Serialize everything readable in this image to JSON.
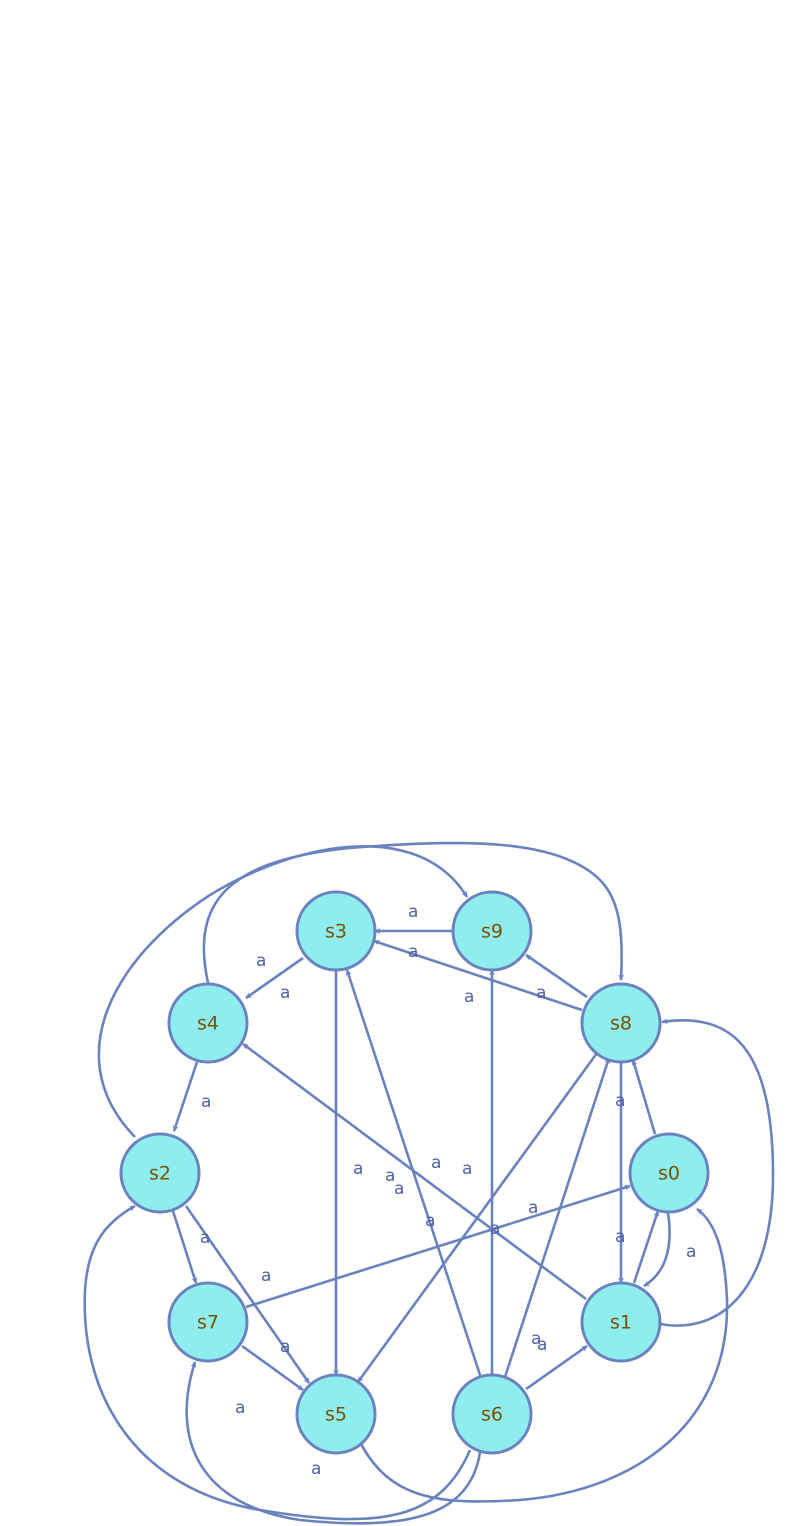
{
  "colors": {
    "node_fill": "#8fedf0",
    "node_stroke": "#6a83bf",
    "edge": "#6a83bf",
    "node_text": "#7a5200",
    "edge_text": "#4e63a3"
  },
  "nodes": [
    {
      "id": "s0",
      "label": "s0"
    },
    {
      "id": "s1",
      "label": "s1"
    },
    {
      "id": "s2",
      "label": "s2"
    },
    {
      "id": "s3",
      "label": "s3"
    },
    {
      "id": "s4",
      "label": "s4"
    },
    {
      "id": "s5",
      "label": "s5"
    },
    {
      "id": "s6",
      "label": "s6"
    },
    {
      "id": "s7",
      "label": "s7"
    },
    {
      "id": "s8",
      "label": "s8"
    },
    {
      "id": "s9",
      "label": "s9"
    }
  ],
  "edges": [
    {
      "from": "s9",
      "to": "s3",
      "label": "a"
    },
    {
      "from": "s8",
      "to": "s3",
      "label": "a"
    },
    {
      "from": "s8",
      "to": "s9",
      "label": "a"
    },
    {
      "from": "s3",
      "to": "s4",
      "label": "a"
    },
    {
      "from": "s4",
      "to": "s2",
      "label": "a"
    },
    {
      "from": "s3",
      "to": "s5",
      "label": "a"
    },
    {
      "from": "s6",
      "to": "s9",
      "label": "a"
    },
    {
      "from": "s6",
      "to": "s3",
      "label": "a"
    },
    {
      "from": "s8",
      "to": "s5",
      "label": "a"
    },
    {
      "from": "s6",
      "to": "s8",
      "label": "a"
    },
    {
      "from": "s8",
      "to": "s1",
      "label": "a"
    },
    {
      "from": "s0",
      "to": "s8",
      "label": "a"
    },
    {
      "from": "s1",
      "to": "s0",
      "label": "a"
    },
    {
      "from": "s0",
      "to": "s1",
      "label": "a"
    },
    {
      "from": "s1",
      "to": "s4",
      "label": "a"
    },
    {
      "from": "s7",
      "to": "s0",
      "label": "a"
    },
    {
      "from": "s2",
      "to": "s7",
      "label": "a"
    },
    {
      "from": "s2",
      "to": "s5",
      "label": "a"
    },
    {
      "from": "s7",
      "to": "s5",
      "label": "a"
    },
    {
      "from": "s6",
      "to": "s1",
      "label": "a"
    },
    {
      "from": "s1",
      "to": "s8",
      "label": "a"
    },
    {
      "from": "s2",
      "to": "s9",
      "label": "a"
    },
    {
      "from": "s4",
      "to": "s8",
      "label": "a"
    },
    {
      "from": "s6",
      "to": "s2",
      "label": "a"
    },
    {
      "from": "s6",
      "to": "s7",
      "label": "a"
    },
    {
      "from": "s5",
      "to": "s0",
      "label": "a"
    }
  ]
}
